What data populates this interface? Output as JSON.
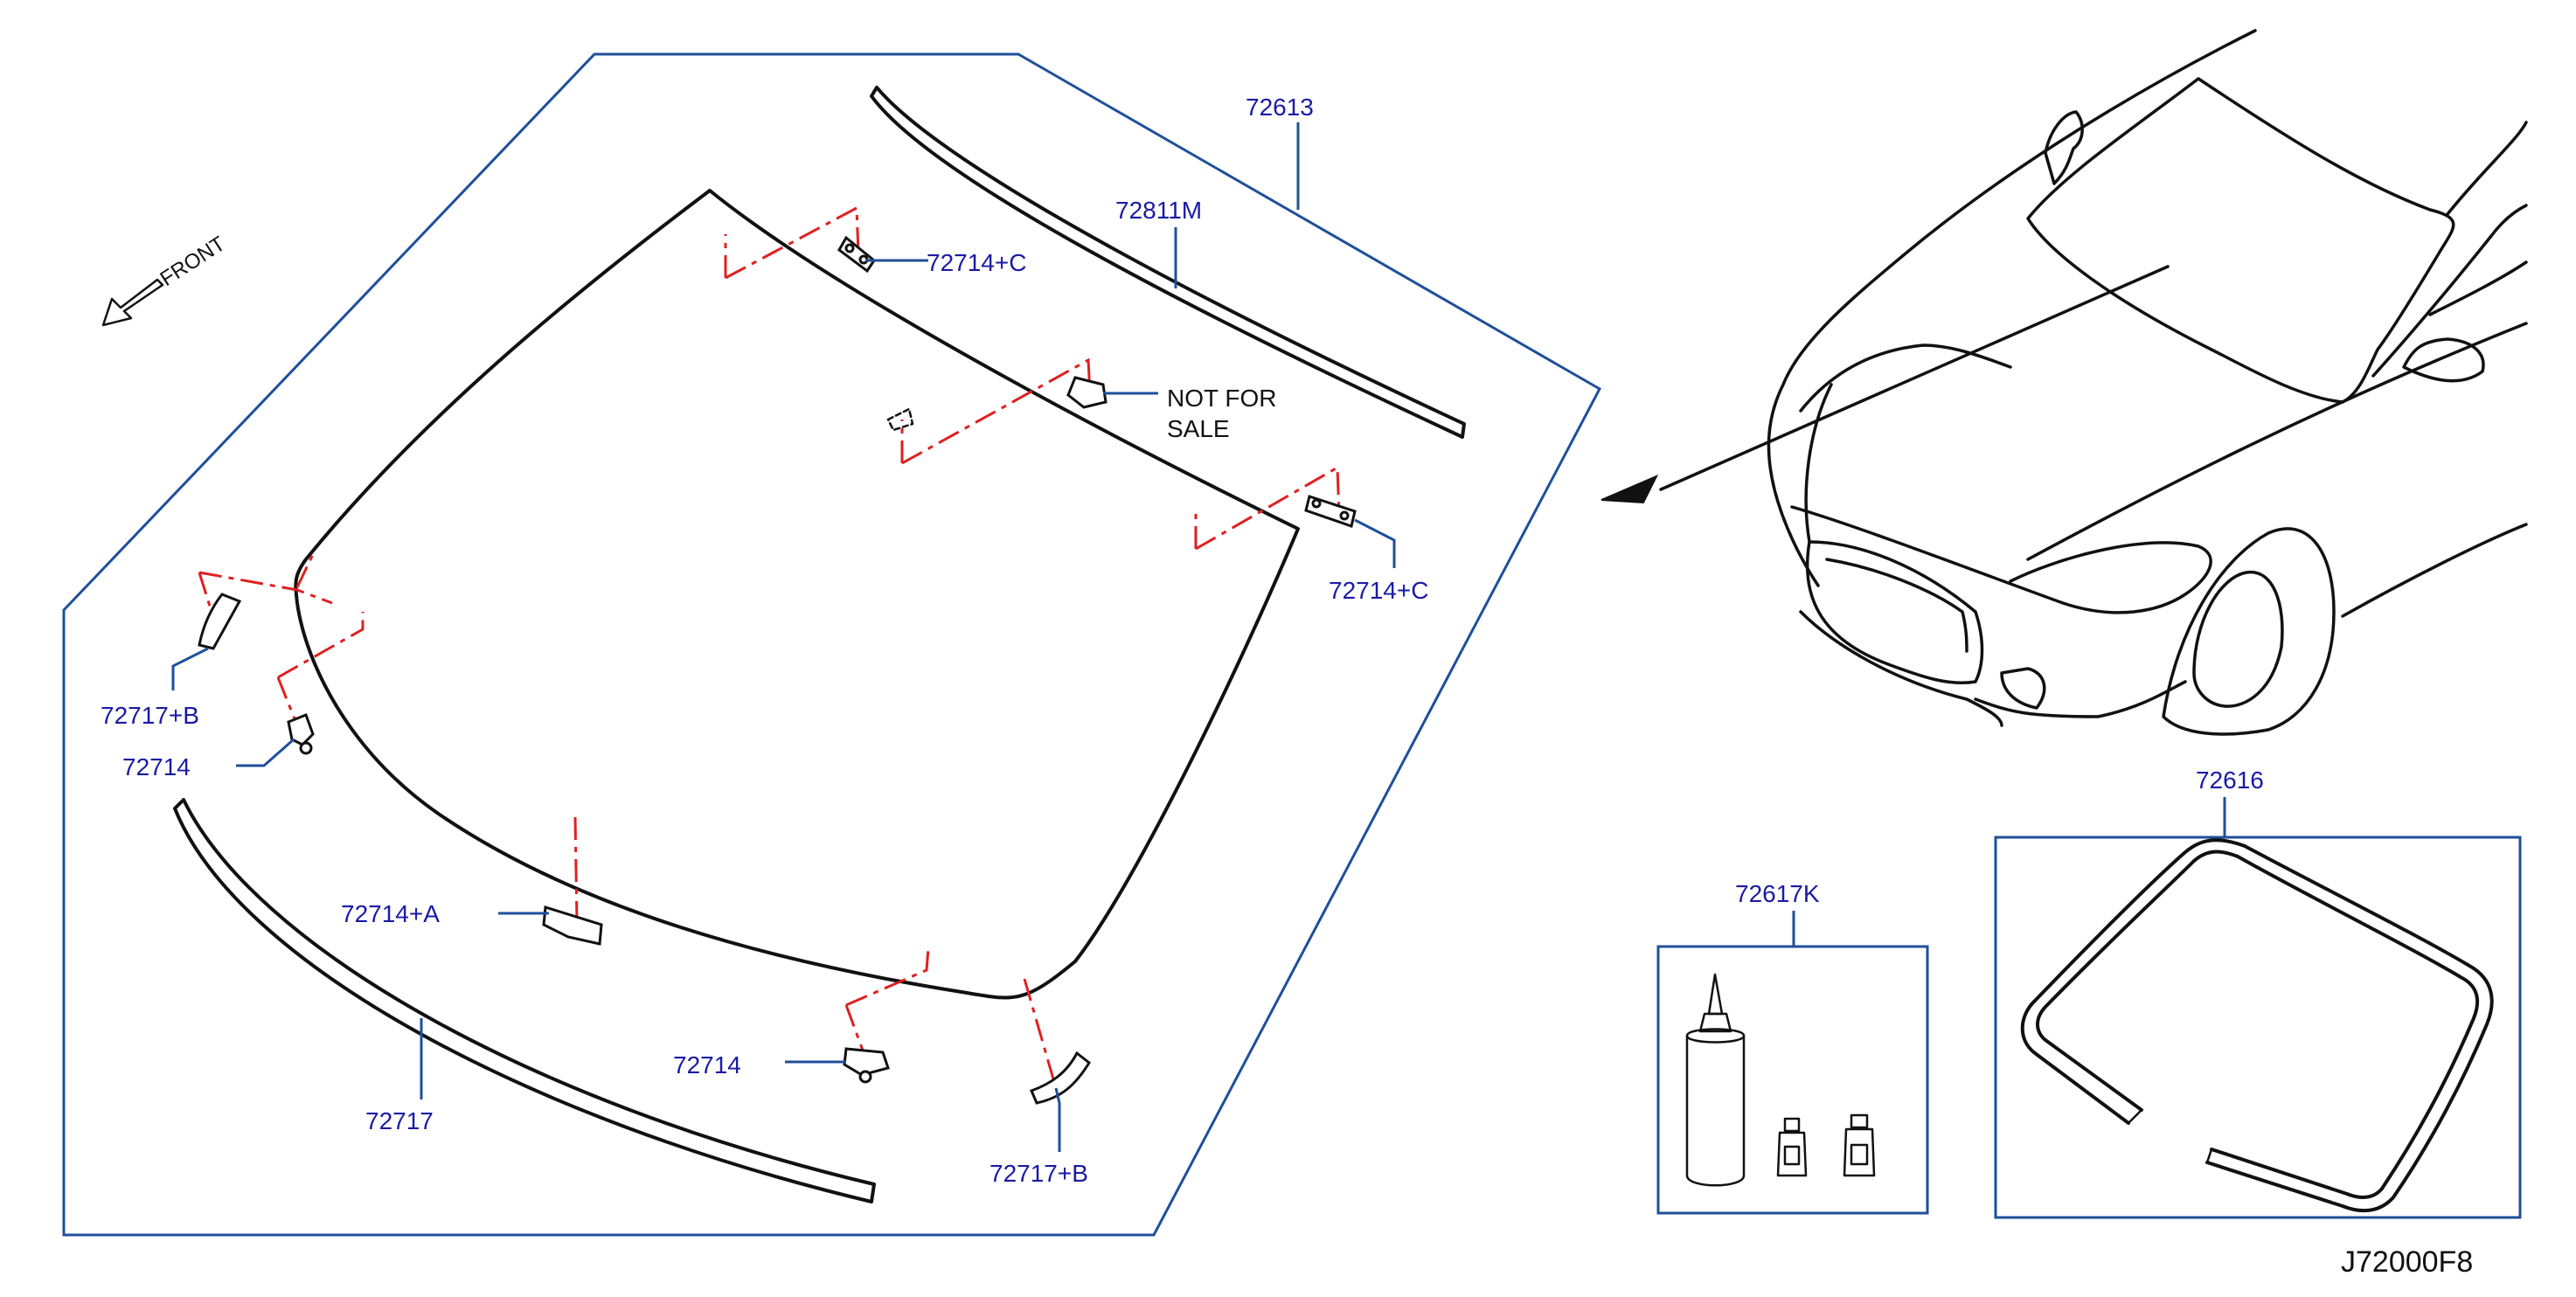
{
  "diagram": {
    "callouts": {
      "moulding_top_group": "72613",
      "moulding_top": "72811M",
      "clip_top_c": "72714+C",
      "not_for_sale_line1": "NOT FOR",
      "not_for_sale_line2": "SALE",
      "clip_right_c": "72714+C",
      "fastener_left_b": "72717+B",
      "clip_left": "72714",
      "clip_bottom_a": "72714+A",
      "clip_bottom": "72714",
      "moulding_lower": "72717",
      "fastener_right_b": "72717+B",
      "adhesive_kit": "72617K",
      "weatherstrip": "72616"
    },
    "front_label": "FRONT",
    "drawing_code": "J72000F8"
  }
}
